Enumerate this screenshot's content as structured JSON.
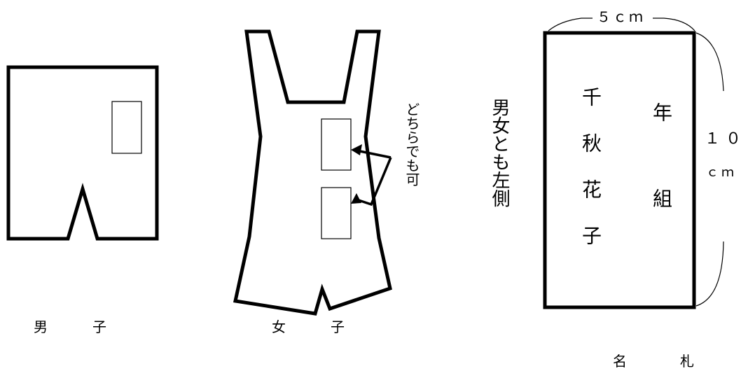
{
  "labels": {
    "boy": "男　子",
    "girl": "女　子",
    "name_tag": "名　札"
  },
  "notes": {
    "either_ok": "どちらでも可",
    "left_side_both": "男女とも左側"
  },
  "name_tag": {
    "width_label": "５ｃｍ",
    "height_value": "１０",
    "height_unit": "ｃｍ",
    "sample_name": "千秋花子",
    "class_label": "年組"
  }
}
